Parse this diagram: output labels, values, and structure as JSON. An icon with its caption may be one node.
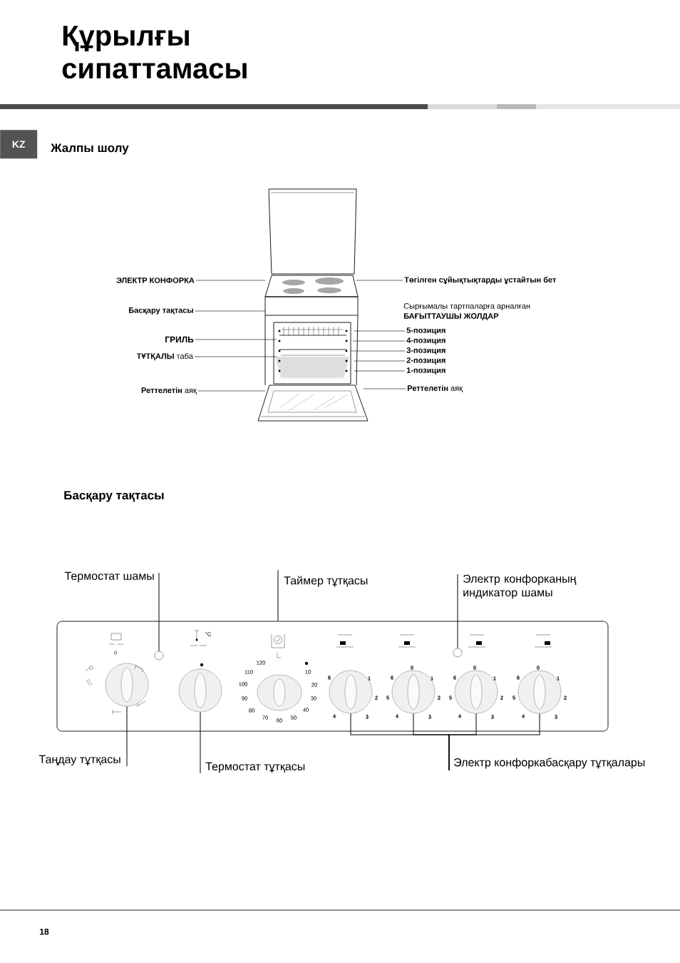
{
  "diagram": {
    "title": "Құрылғы сипаттамасы",
    "nodes": [
      {
        "text": [
          "ЭЛЕКТР КОНФОРКА"
        ]
      },
      {
        "text": [
          "Басқару тақтасы"
        ]
      },
      {
        "text": [
          "ГРИЛЬ"
        ]
      },
      {
        "text": [
          "**ТҰТҚАЛЫ** таба"
        ]
      },
      {
        "text": [
          "**Реттелетін** аяқ"
        ]
      },
      {
        "text": [
          "Төгілген сұйықтықтарды ұстайтын бет"
        ]
      },
      {
        "text": [
          "5-позиция"
        ]
      },
      {
        "text": [
          "4-позиция"
        ]
      },
      {
        "text": [
          "3-позиция"
        ]
      },
      {
        "text": [
          "2-позиция"
        ]
      },
      {
        "text": [
          "1-позиция"
        ]
      },
      {
        "text": [
          "**Реттелетін** аяқ"
        ]
      },
      {
        "text": [
          "Термостат шамы"
        ]
      },
      {
        "text": [
          "Таймер тұтқасы"
        ]
      },
      {
        "text": [
          "Электр конфорканың индикатор шамы"
        ]
      },
      {
        "text": [],
        "shape": "box"
      },
      {
        "text": [],
        "shape": "circle",
        "in": 15
      },
      {
        "text": [],
        "shape": "circle",
        "in": 15
      },
      {
        "text": [],
        "shape": "circle",
        "in": 15
      },
      {
        "text": [],
        "shape": "circle",
        "in": 15
      },
      {
        "text": [],
        "shape": "circle",
        "in": 15
      },
      {
        "text": [],
        "shape": "circle",
        "in": 15
      },
      {
        "text": [],
        "shape": "circle",
        "in": 15
      },
      {
        "text": [],
        "shape": "circle",
        "in": 15
      },
      {
        "text": [],
        "shape": "circle",
        "in": 15
      },
      {
        "text": [
          "Таңдау тұтқасы"
        ]
      },
      {
        "text": [
          "Термостат тұтқасы"
        ]
      },
      {
        "text": [
          "Электр конфоркабасқару тұтқалары"
        ]
      },
      {
        "text": [],
        "shape": "picture"
      }
    ],
    "edges": [
      {
        "from": 0,
        "to": 28,
        "arrow": "none"
      },
      {
        "from": 1,
        "to": 28,
        "arrow": "none"
      },
      {
        "from": 2,
        "to": 28,
        "arrow": "none"
      },
      {
        "from": 3,
        "to": 28,
        "arrow": "none"
      },
      {
        "from": 4,
        "to": 28,
        "arrow": "none"
      },
      {
        "from": 5,
        "to": 28,
        "arrow": "none"
      },
      {
        "from": 6,
        "to": 28,
        "arrow": "none"
      },
      {
        "from": 7,
        "to": 28,
        "arrow": "none"
      },
      {
        "from": 8,
        "to": 28,
        "arrow": "none"
      },
      {
        "from": 9,
        "to": 28,
        "arrow": "none"
      },
      {
        "from": 10,
        "to": 28,
        "arrow": "none"
      },
      {
        "from": 11,
        "to": 28,
        "arrow": "none"
      },
      {
        "from": 12,
        "to": 17,
        "arrow": "none"
      },
      {
        "from": 13,
        "to": 15,
        "arrow": "none"
      },
      {
        "from": 14,
        "to": 20,
        "arrow": "none"
      },
      {
        "from": 25,
        "to": 16,
        "arrow": "none"
      },
      {
        "from": 26,
        "to": 18,
        "arrow": "none"
      },
      {
        "from": 27,
        "to": 21,
        "arrow": "none"
      },
      {
        "from": 27,
        "to": 22,
        "arrow": "none"
      },
      {
        "from": 27,
        "to": 23,
        "arrow": "none"
      },
      {
        "from": 27,
        "to": 24,
        "arrow": "none"
      }
    ],
    "labels": [
      "KZ",
      "Жалпы шолу",
      "Сырғымалы тартпаларға арналған",
      "БАҒЫТТАУШЫ ЖОЛДАР",
      "Басқару тақтасы",
      "°C",
      "0",
      "120",
      "110",
      "10",
      "100",
      "20",
      "90",
      "30",
      "80",
      "40",
      "70",
      "50",
      "60",
      "6",
      "1",
      "2",
      "4",
      "3",
      "0",
      "6",
      "1",
      "5",
      "2",
      "4",
      "3",
      "0",
      "6",
      "1",
      "5",
      "2",
      "4",
      "3",
      "0",
      "6",
      "1",
      "5",
      "2",
      "4",
      "3",
      "18"
    ]
  }
}
